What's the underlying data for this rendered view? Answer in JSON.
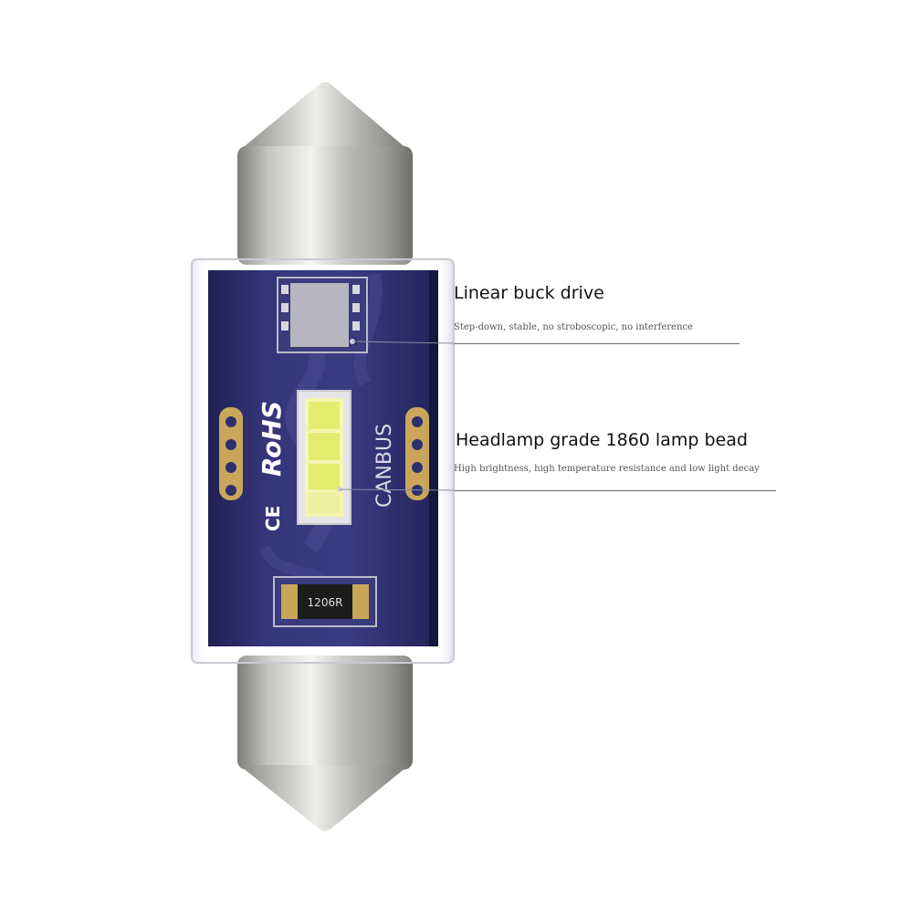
{
  "callouts": [
    {
      "title": "Linear buck drive",
      "subtitle": "Step-down, stable, no stroboscopic, no interference"
    },
    {
      "title": "Headlamp grade 1860 lamp bead",
      "subtitle": "High brightness, high temperature resistance and low light decay"
    }
  ],
  "pcb": {
    "rohs": "RoHS",
    "ce": "CE",
    "canbus": "CANBUS",
    "resistor": "1206R"
  },
  "colors": {
    "pcb": "#2e2f6e",
    "metal": "#c8c8c4",
    "led": "#e9f08a",
    "pad": "#c9a65a"
  }
}
